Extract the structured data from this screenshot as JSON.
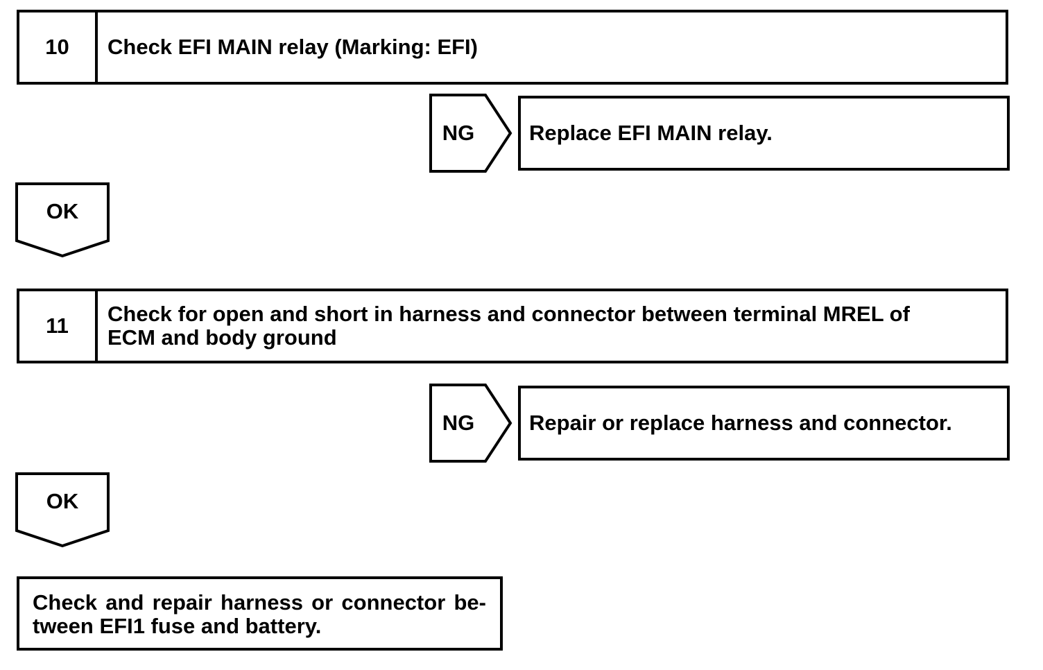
{
  "diagram": {
    "type": "troubleshooting-flowchart",
    "colors": {
      "line": "#000000",
      "background": "#ffffff",
      "text": "#000000"
    },
    "steps": [
      {
        "number": "10",
        "title": "Check EFI MAIN relay (Marking: EFI)",
        "ng": {
          "label": "NG",
          "result": "Replace EFI MAIN relay."
        },
        "ok": {
          "label": "OK"
        }
      },
      {
        "number": "11",
        "title_line1": "Check for open and short in harness and connector between terminal MREL of",
        "title_line2": "ECM and body ground",
        "ng": {
          "label": "NG",
          "result": "Repair or replace harness and connector."
        },
        "ok": {
          "label": "OK"
        }
      }
    ],
    "final": {
      "line1": "Check and repair harness or connector be-",
      "line2": "tween EFI1 fuse and battery."
    }
  }
}
